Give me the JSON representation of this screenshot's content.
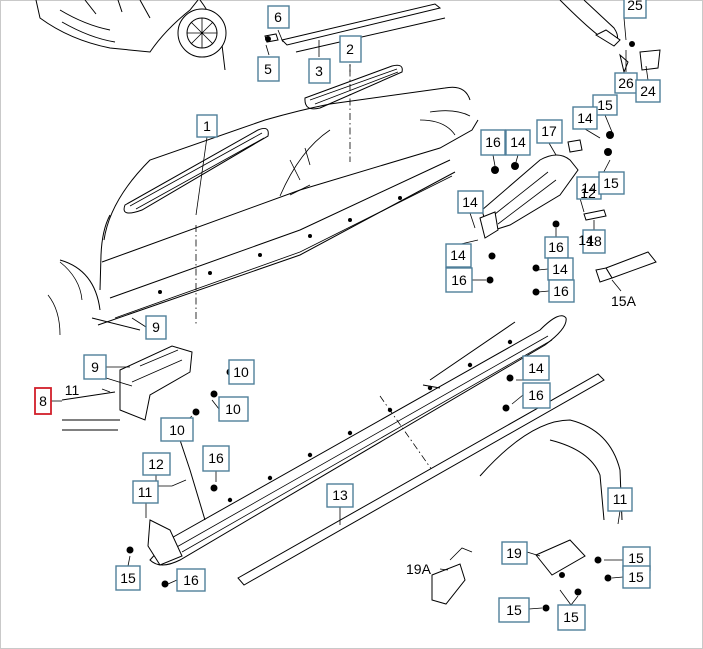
{
  "diagram": {
    "labels": {
      "l25": "25",
      "l6": "6",
      "l5": "5",
      "l3": "3",
      "l2": "2",
      "l26": "26",
      "l24": "24",
      "l1": "1",
      "l15a": "15",
      "l14a": "14",
      "l16a": "16",
      "l14b": "14",
      "l17": "17",
      "l14c": "14",
      "l15b": "15",
      "l12a": "12",
      "l14d": "14",
      "l18": "18",
      "l14e": "14",
      "l16b": "16",
      "l14f": "14",
      "l16c": "16",
      "l14g": "14",
      "l16d": "16",
      "l15A": "15A",
      "l9a": "9",
      "l9b": "9",
      "l8": "8",
      "l11a": "11",
      "l10a": "10",
      "l10b": "10",
      "l10c": "10",
      "l14h": "14",
      "l16e": "16",
      "l16f": "16",
      "l12b": "12",
      "l11b": "11",
      "l13": "13",
      "l11c": "11",
      "l15c": "15",
      "l16g": "16",
      "l19": "19",
      "l19A": "19A",
      "l15d": "15",
      "l15e": "15",
      "l15f": "15",
      "l15g": "15"
    }
  }
}
